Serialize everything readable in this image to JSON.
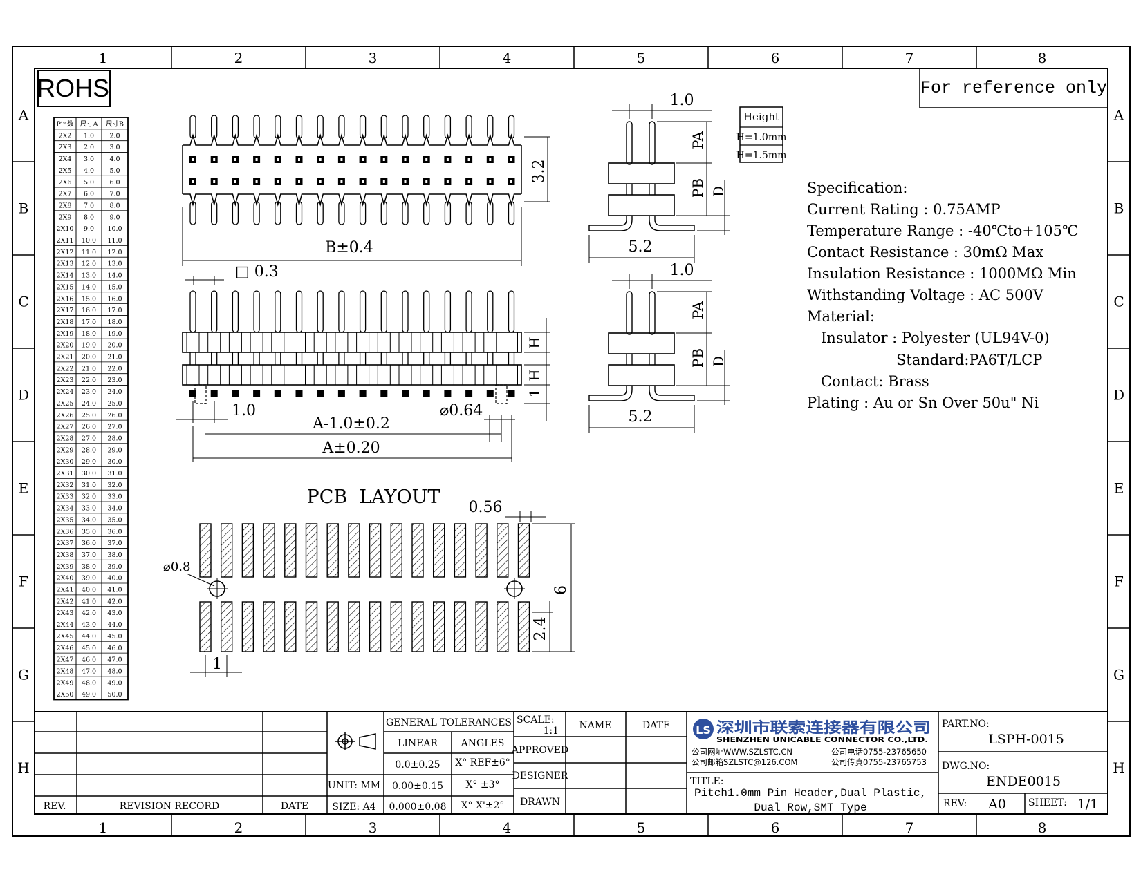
{
  "zones": {
    "columns": [
      "1",
      "2",
      "3",
      "4",
      "5",
      "6",
      "7",
      "8"
    ],
    "rows": [
      "A",
      "B",
      "C",
      "D",
      "E",
      "F",
      "G",
      "H"
    ]
  },
  "rohs": "ROHS",
  "reference_note": "For reference only",
  "pin_table": {
    "headers": [
      "Pin数",
      "尺寸A",
      "尺寸B"
    ],
    "rows": [
      [
        "2X2",
        "1.0",
        "2.0"
      ],
      [
        "2X3",
        "2.0",
        "3.0"
      ],
      [
        "2X4",
        "3.0",
        "4.0"
      ],
      [
        "2X5",
        "4.0",
        "5.0"
      ],
      [
        "2X6",
        "5.0",
        "6.0"
      ],
      [
        "2X7",
        "6.0",
        "7.0"
      ],
      [
        "2X8",
        "7.0",
        "8.0"
      ],
      [
        "2X9",
        "8.0",
        "9.0"
      ],
      [
        "2X10",
        "9.0",
        "10.0"
      ],
      [
        "2X11",
        "10.0",
        "11.0"
      ],
      [
        "2X12",
        "11.0",
        "12.0"
      ],
      [
        "2X13",
        "12.0",
        "13.0"
      ],
      [
        "2X14",
        "13.0",
        "14.0"
      ],
      [
        "2X15",
        "14.0",
        "15.0"
      ],
      [
        "2X16",
        "15.0",
        "16.0"
      ],
      [
        "2X17",
        "16.0",
        "17.0"
      ],
      [
        "2X18",
        "17.0",
        "18.0"
      ],
      [
        "2X19",
        "18.0",
        "19.0"
      ],
      [
        "2X20",
        "19.0",
        "20.0"
      ],
      [
        "2X21",
        "20.0",
        "21.0"
      ],
      [
        "2X22",
        "21.0",
        "22.0"
      ],
      [
        "2X23",
        "22.0",
        "23.0"
      ],
      [
        "2X24",
        "23.0",
        "24.0"
      ],
      [
        "2X25",
        "24.0",
        "25.0"
      ],
      [
        "2X26",
        "25.0",
        "26.0"
      ],
      [
        "2X27",
        "26.0",
        "27.0"
      ],
      [
        "2X28",
        "27.0",
        "28.0"
      ],
      [
        "2X29",
        "28.0",
        "29.0"
      ],
      [
        "2X30",
        "29.0",
        "30.0"
      ],
      [
        "2X31",
        "30.0",
        "31.0"
      ],
      [
        "2X32",
        "31.0",
        "32.0"
      ],
      [
        "2X33",
        "32.0",
        "33.0"
      ],
      [
        "2X34",
        "33.0",
        "34.0"
      ],
      [
        "2X35",
        "34.0",
        "35.0"
      ],
      [
        "2X36",
        "35.0",
        "36.0"
      ],
      [
        "2X37",
        "36.0",
        "37.0"
      ],
      [
        "2X38",
        "37.0",
        "38.0"
      ],
      [
        "2X39",
        "38.0",
        "39.0"
      ],
      [
        "2X40",
        "39.0",
        "40.0"
      ],
      [
        "2X41",
        "40.0",
        "41.0"
      ],
      [
        "2X42",
        "41.0",
        "42.0"
      ],
      [
        "2X43",
        "42.0",
        "43.0"
      ],
      [
        "2X44",
        "43.0",
        "44.0"
      ],
      [
        "2X45",
        "44.0",
        "45.0"
      ],
      [
        "2X46",
        "45.0",
        "46.0"
      ],
      [
        "2X47",
        "46.0",
        "47.0"
      ],
      [
        "2X48",
        "47.0",
        "48.0"
      ],
      [
        "2X49",
        "48.0",
        "49.0"
      ],
      [
        "2X50",
        "49.0",
        "50.0"
      ]
    ]
  },
  "dims": {
    "top_height": "3.2",
    "b_len": "B±0.4",
    "sq": "□ 0.3",
    "pitch": "1.0",
    "a_minus": "A-1.0±0.2",
    "a_len": "A±0.20",
    "post_dia": "⌀0.64",
    "h": "H",
    "one": "1",
    "side_pitch": "1.0",
    "pa": "PA",
    "pb": "PB",
    "d": "D",
    "side_width": "5.2",
    "pcb_title": "PCB  LAYOUT",
    "pad_w": "0.56",
    "hole_dia": "⌀0.8",
    "pcb_h": "6",
    "pcb_pitch_v": "2.4",
    "pcb_pitch": "1"
  },
  "height_table": {
    "title": "Height",
    "options": [
      "H=1.0mm",
      "H=1.5mm"
    ]
  },
  "spec": {
    "lines": [
      "Specification:",
      "Current Rating : 0.75AMP",
      "Temperature Range : -40℃to+105℃",
      "Contact Resistance : 30mΩ Max",
      "Insulation Resistance : 1000MΩ Min",
      "Withstanding Voltage : AC 500V",
      "Material:",
      "Insulator : Polyester (UL94V-0)",
      "Standard:PA6T/LCP",
      "Contact: Brass",
      "Plating : Au or Sn Over 50u\" Ni"
    ]
  },
  "title_block": {
    "rev_label": "REV.",
    "revision_record": "REVISION RECORD",
    "date_label": "DATE",
    "unit": "UNIT: MM",
    "size": "SIZE: A4",
    "general_tolerances": "GENERAL TOLERANCES",
    "linear": "LINEAR",
    "angles": "ANGLES",
    "tol_linear": [
      "0.0±0.25",
      "0.00±0.15",
      "0.000±0.08"
    ],
    "tol_angles": [
      "X° REF±6°",
      "X° ±3°",
      "X° X'±2°"
    ],
    "scale_label": "SCALE:",
    "scale_value": "1:1",
    "name": "NAME",
    "date": "DATE",
    "approved": "APPROVED",
    "designer": "DESIGNER",
    "drawn": "DRAWN",
    "company_logo": "LS",
    "company_cn": "深圳市联索连接器有限公司",
    "company_en": "SHENZHEN UNICABLE CONNECTOR CO.,LTD.",
    "website": "公司网址WWW.SZLSTC.CN",
    "email": "公司邮箱SZLSTC@126.COM",
    "phone": "公司电话0755-23765650",
    "fax": "公司传真0755-23765753",
    "title_label": "TITLE:",
    "title_line1": "Pitch1.0mm Pin Header,Dual Plastic,",
    "title_line2": "Dual Row,SMT Type",
    "part_no_label": "PART.NO:",
    "part_no": "LSPH-0015",
    "dwg_no_label": "DWG.NO:",
    "dwg_no": "ENDE0015",
    "rev_label2": "REV:",
    "rev_value": "A0",
    "sheet_label": "SHEET:",
    "sheet_value": "1/1"
  }
}
